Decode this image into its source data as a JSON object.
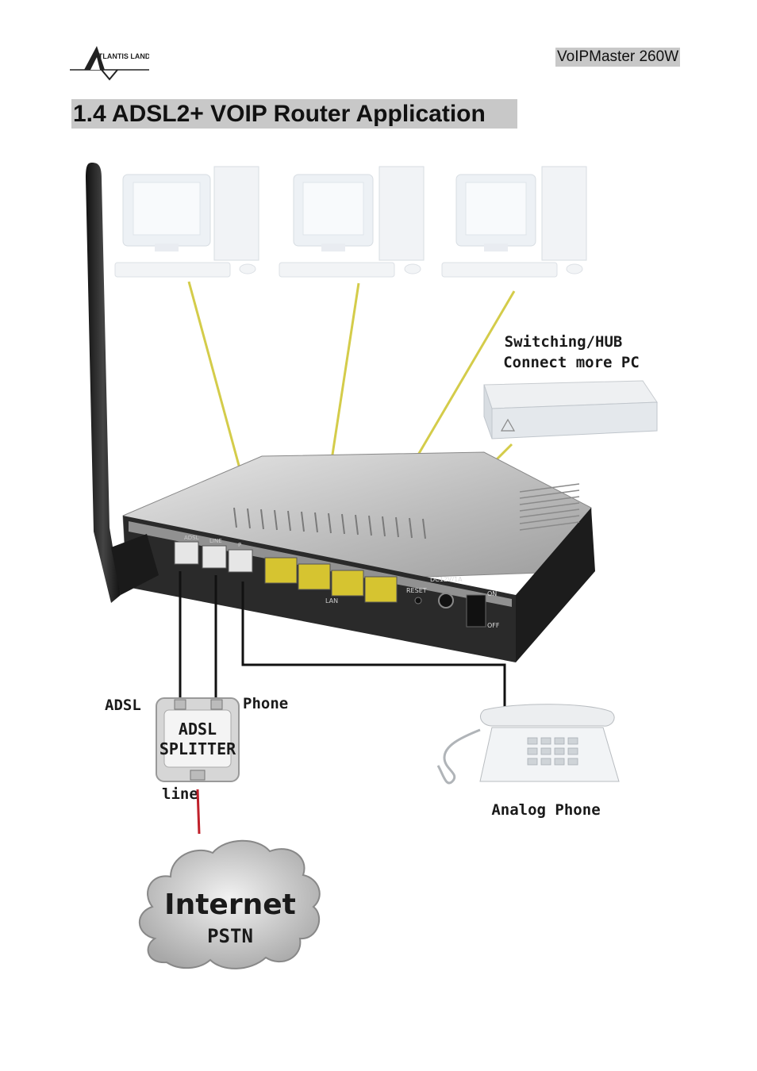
{
  "header": {
    "logo_text": "ATLANTIS LAND",
    "product": "VoIPMaster 260W"
  },
  "section": {
    "title": "1.4 ADSL2+ VOIP Router Application"
  },
  "diagram": {
    "labels": {
      "switch_line1": "Switching/HUB",
      "switch_line2": "Connect more PC",
      "adsl": "ADSL",
      "phone": "Phone",
      "splitter_line1": "ADSL",
      "splitter_line2": "SPLITTER",
      "line": "line",
      "analog_phone": "Analog Phone",
      "internet": "Internet",
      "pstn": "PSTN"
    },
    "router_panel": {
      "port_adsl": "ADSL",
      "port_line": "LINE",
      "port_phone": "P",
      "lan": "LAN",
      "reset": "RESET",
      "power_rating": "DC12V/1A",
      "on": "ON",
      "off": "OFF"
    },
    "colors": {
      "ethernet_cable": "#d4cc4a",
      "internet_cable": "#c0202a",
      "splitter_text": "#c0202a"
    }
  }
}
